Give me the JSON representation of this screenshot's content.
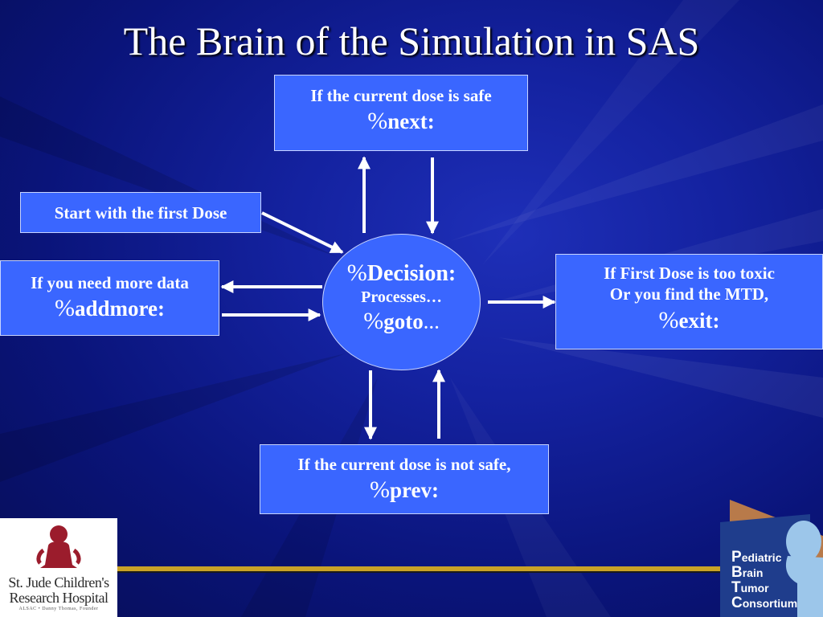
{
  "title": "The Brain of the Simulation in SAS",
  "percent_sign": "%",
  "next_box": {
    "line1": "If the current dose is safe",
    "label": "next:"
  },
  "start_box": {
    "text": "Start with the first Dose"
  },
  "addmore_box": {
    "line1": "If you need more data",
    "label": "addmore:"
  },
  "decision": {
    "label": "Decision:",
    "line2": "Processes…",
    "goto": "goto",
    "ellipsis": "…"
  },
  "exit_box": {
    "line1": "If First Dose is too toxic",
    "line2": "Or you find the MTD,",
    "label": "exit:"
  },
  "prev_box": {
    "line1": "If the current dose is not safe,",
    "label": "prev:"
  },
  "logo_left": {
    "line1": "St. Jude Children's",
    "line2": "Research Hospital",
    "tagline": "ALSAC • Danny Thomas, Founder"
  },
  "logo_right": {
    "words": [
      {
        "initial": "P",
        "rest": "ediatric"
      },
      {
        "initial": "B",
        "rest": "rain"
      },
      {
        "initial": "T",
        "rest": "umor"
      },
      {
        "initial": "C",
        "rest": "onsortium"
      }
    ]
  },
  "colors": {
    "box_fill": "#3a66ff",
    "background": "#1422a0",
    "gold_bar": "#c9a227",
    "st_jude_red": "#9b1c2c"
  }
}
